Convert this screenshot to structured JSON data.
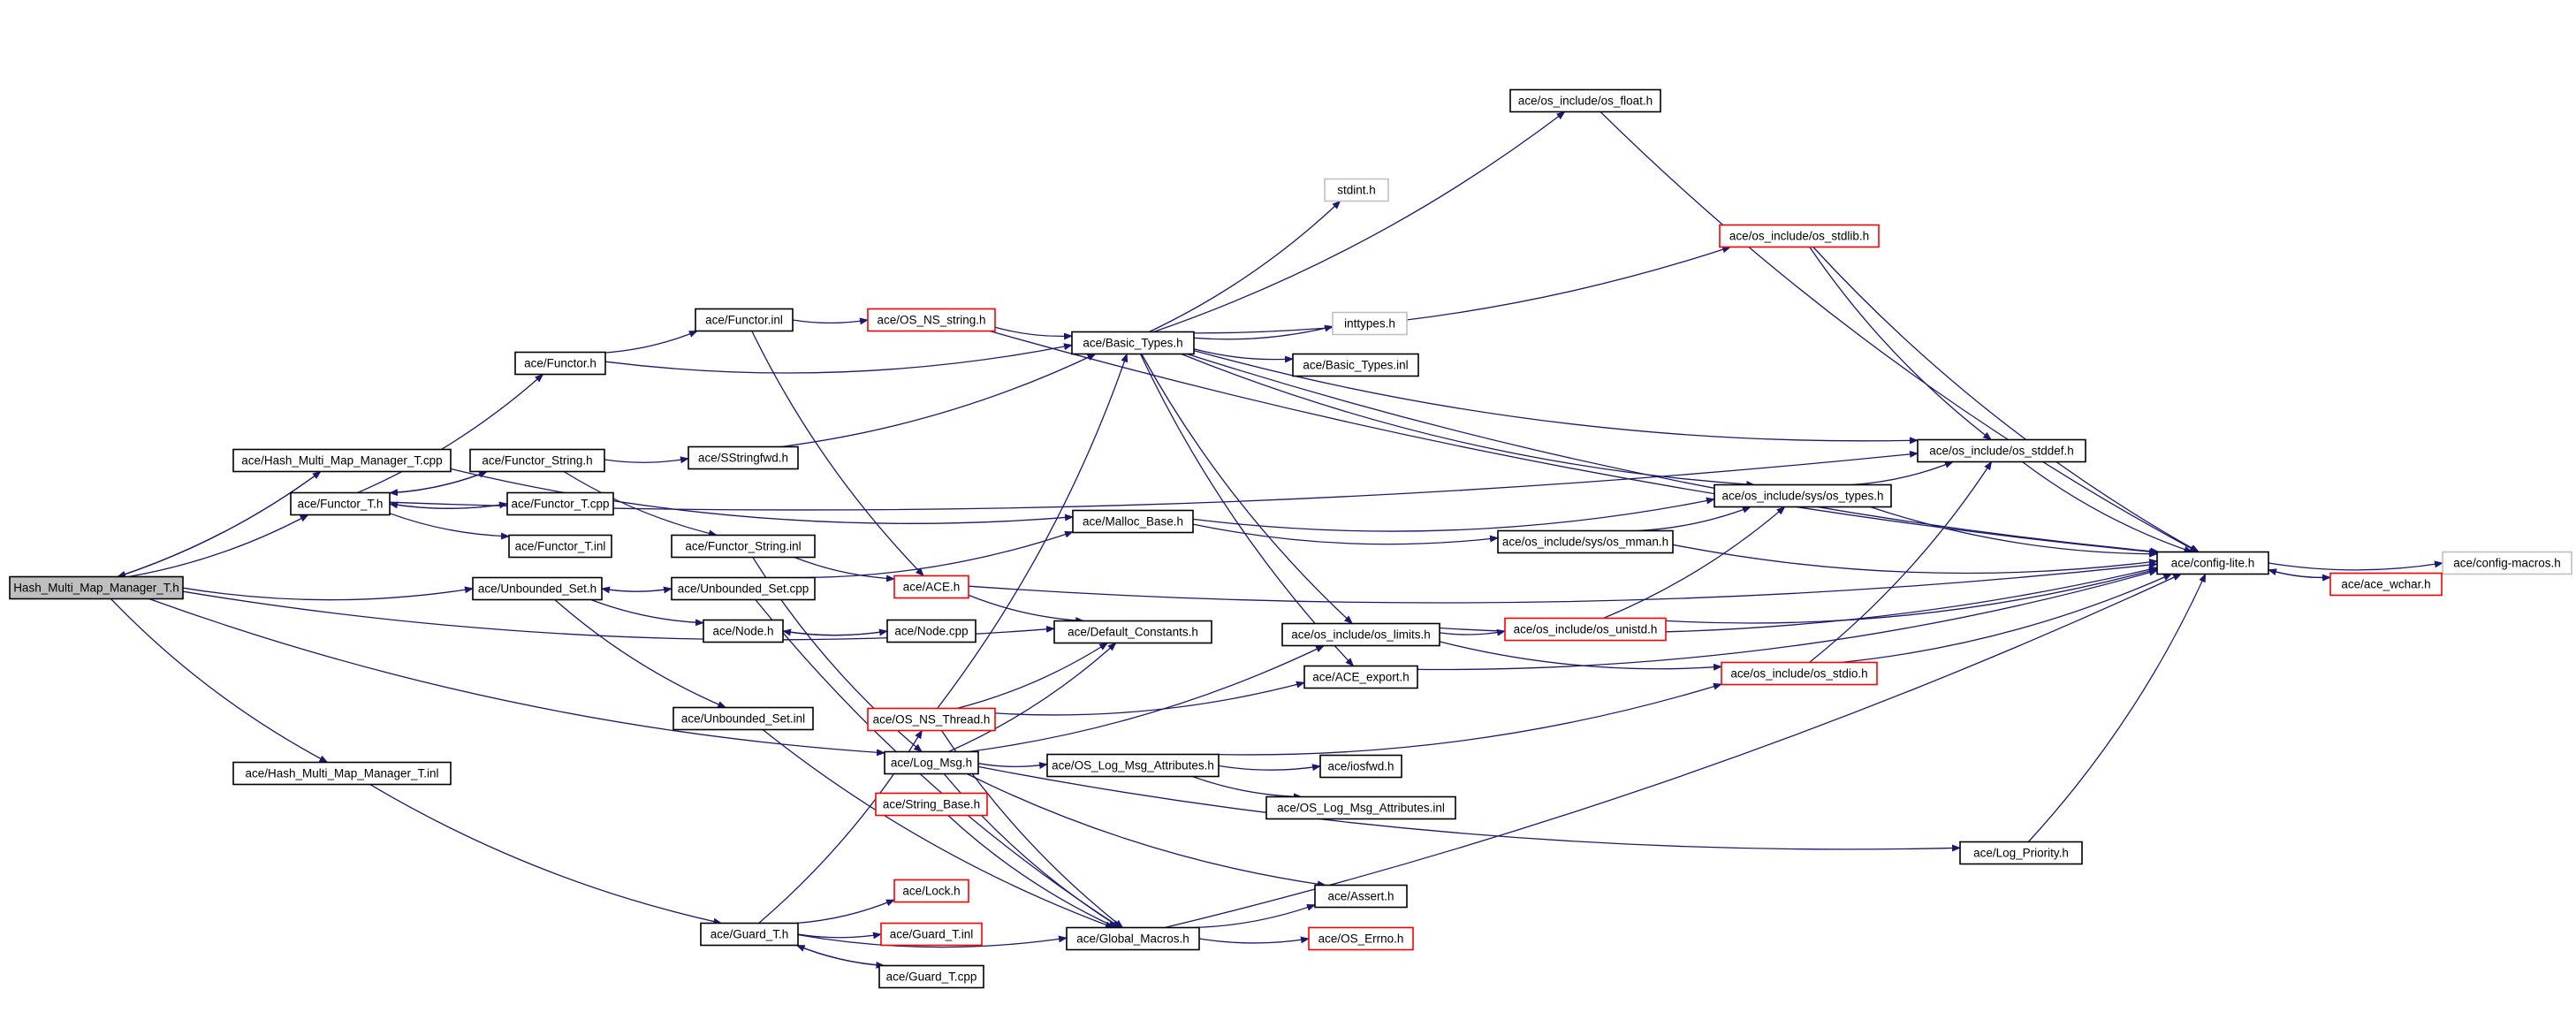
{
  "colors": {
    "edge": "#191970",
    "box_normal": "#000000",
    "box_truncated": "#ff0000",
    "box_external": "#bfbfbf",
    "root_fill": "#bfbfbf",
    "background": "#ffffff"
  },
  "nodes": [
    {
      "id": "root",
      "label": "Hash_Multi_Map_Manager_T.h",
      "style": "root"
    },
    {
      "id": "hmm_cpp",
      "label": "ace/Hash_Multi_Map_Manager_T.cpp",
      "style": "normal"
    },
    {
      "id": "hmm_inl",
      "label": "ace/Hash_Multi_Map_Manager_T.inl",
      "style": "normal"
    },
    {
      "id": "functor_h",
      "label": "ace/Functor.h",
      "style": "normal"
    },
    {
      "id": "functor_inl",
      "label": "ace/Functor.inl",
      "style": "normal"
    },
    {
      "id": "os_ns_string",
      "label": "ace/OS_NS_string.h",
      "style": "truncated"
    },
    {
      "id": "basic_types_h",
      "label": "ace/Basic_Types.h",
      "style": "normal"
    },
    {
      "id": "os_float",
      "label": "ace/os_include/os_float.h",
      "style": "normal"
    },
    {
      "id": "stdint",
      "label": "stdint.h",
      "style": "external"
    },
    {
      "id": "os_stdlib",
      "label": "ace/os_include/os_stdlib.h",
      "style": "truncated"
    },
    {
      "id": "inttypes",
      "label": "inttypes.h",
      "style": "external"
    },
    {
      "id": "basic_types_inl",
      "label": "ace/Basic_Types.inl",
      "style": "normal"
    },
    {
      "id": "functor_t_h",
      "label": "ace/Functor_T.h",
      "style": "normal"
    },
    {
      "id": "functor_string_h",
      "label": "ace/Functor_String.h",
      "style": "normal"
    },
    {
      "id": "sstringfwd",
      "label": "ace/SStringfwd.h",
      "style": "normal"
    },
    {
      "id": "functor_t_cpp",
      "label": "ace/Functor_T.cpp",
      "style": "normal"
    },
    {
      "id": "functor_t_inl",
      "label": "ace/Functor_T.inl",
      "style": "normal"
    },
    {
      "id": "functor_string_inl",
      "label": "ace/Functor_String.inl",
      "style": "normal"
    },
    {
      "id": "os_stddef",
      "label": "ace/os_include/os_stddef.h",
      "style": "normal"
    },
    {
      "id": "malloc_base",
      "label": "ace/Malloc_Base.h",
      "style": "normal"
    },
    {
      "id": "os_types",
      "label": "ace/os_include/sys/os_types.h",
      "style": "normal"
    },
    {
      "id": "os_mman",
      "label": "ace/os_include/sys/os_mman.h",
      "style": "normal"
    },
    {
      "id": "config_lite",
      "label": "ace/config-lite.h",
      "style": "normal"
    },
    {
      "id": "config_macros",
      "label": "ace/config-macros.h",
      "style": "external"
    },
    {
      "id": "ace_wchar",
      "label": "ace/ace_wchar.h",
      "style": "truncated"
    },
    {
      "id": "unbounded_set_h",
      "label": "ace/Unbounded_Set.h",
      "style": "normal"
    },
    {
      "id": "unbounded_set_cpp",
      "label": "ace/Unbounded_Set.cpp",
      "style": "normal"
    },
    {
      "id": "ace_h",
      "label": "ace/ACE.h",
      "style": "truncated"
    },
    {
      "id": "node_h",
      "label": "ace/Node.h",
      "style": "normal"
    },
    {
      "id": "node_cpp",
      "label": "ace/Node.cpp",
      "style": "normal"
    },
    {
      "id": "default_constants",
      "label": "ace/Default_Constants.h",
      "style": "normal"
    },
    {
      "id": "os_limits",
      "label": "ace/os_include/os_limits.h",
      "style": "normal"
    },
    {
      "id": "os_unistd",
      "label": "ace/os_include/os_unistd.h",
      "style": "truncated"
    },
    {
      "id": "ace_export",
      "label": "ace/ACE_export.h",
      "style": "normal"
    },
    {
      "id": "os_stdio",
      "label": "ace/os_include/os_stdio.h",
      "style": "truncated"
    },
    {
      "id": "unbounded_set_inl",
      "label": "ace/Unbounded_Set.inl",
      "style": "normal"
    },
    {
      "id": "os_ns_thread",
      "label": "ace/OS_NS_Thread.h",
      "style": "truncated"
    },
    {
      "id": "log_msg",
      "label": "ace/Log_Msg.h",
      "style": "normal"
    },
    {
      "id": "os_log_msg_attr_h",
      "label": "ace/OS_Log_Msg_Attributes.h",
      "style": "normal"
    },
    {
      "id": "iosfwd",
      "label": "ace/iosfwd.h",
      "style": "normal"
    },
    {
      "id": "os_log_msg_attr_inl",
      "label": "ace/OS_Log_Msg_Attributes.inl",
      "style": "normal"
    },
    {
      "id": "string_base",
      "label": "ace/String_Base.h",
      "style": "truncated"
    },
    {
      "id": "log_priority",
      "label": "ace/Log_Priority.h",
      "style": "normal"
    },
    {
      "id": "lock_h",
      "label": "ace/Lock.h",
      "style": "truncated"
    },
    {
      "id": "guard_t_h",
      "label": "ace/Guard_T.h",
      "style": "normal"
    },
    {
      "id": "guard_t_inl",
      "label": "ace/Guard_T.inl",
      "style": "truncated"
    },
    {
      "id": "guard_t_cpp",
      "label": "ace/Guard_T.cpp",
      "style": "normal"
    },
    {
      "id": "global_macros",
      "label": "ace/Global_Macros.h",
      "style": "normal"
    },
    {
      "id": "assert_h",
      "label": "ace/Assert.h",
      "style": "normal"
    },
    {
      "id": "os_errno",
      "label": "ace/OS_Errno.h",
      "style": "truncated"
    }
  ],
  "edges": [
    [
      "root",
      "hmm_cpp"
    ],
    [
      "hmm_cpp",
      "root"
    ],
    [
      "root",
      "hmm_inl"
    ],
    [
      "root",
      "functor_t_h"
    ],
    [
      "root",
      "unbounded_set_h"
    ],
    [
      "root",
      "default_constants"
    ],
    [
      "root",
      "log_msg"
    ],
    [
      "hmm_cpp",
      "malloc_base"
    ],
    [
      "hmm_inl",
      "guard_t_h"
    ],
    [
      "functor_t_h",
      "functor_h"
    ],
    [
      "functor_t_h",
      "functor_string_h"
    ],
    [
      "functor_string_h",
      "functor_t_h"
    ],
    [
      "functor_t_h",
      "functor_t_cpp"
    ],
    [
      "functor_t_cpp",
      "functor_t_h"
    ],
    [
      "functor_t_h",
      "functor_t_inl"
    ],
    [
      "functor_t_h",
      "os_stddef"
    ],
    [
      "functor_h",
      "functor_inl"
    ],
    [
      "functor_h",
      "basic_types_h"
    ],
    [
      "functor_inl",
      "os_ns_string"
    ],
    [
      "functor_inl",
      "ace_h"
    ],
    [
      "os_ns_string",
      "basic_types_h"
    ],
    [
      "os_ns_string",
      "config_lite"
    ],
    [
      "basic_types_h",
      "os_float"
    ],
    [
      "basic_types_h",
      "stdint"
    ],
    [
      "basic_types_h",
      "os_stdlib"
    ],
    [
      "basic_types_h",
      "inttypes"
    ],
    [
      "basic_types_h",
      "basic_types_inl"
    ],
    [
      "basic_types_h",
      "os_stddef"
    ],
    [
      "basic_types_h",
      "os_types"
    ],
    [
      "basic_types_h",
      "os_limits"
    ],
    [
      "basic_types_h",
      "ace_export"
    ],
    [
      "basic_types_h",
      "config_lite"
    ],
    [
      "os_float",
      "config_lite"
    ],
    [
      "os_stdlib",
      "os_stddef"
    ],
    [
      "os_stdlib",
      "config_lite"
    ],
    [
      "functor_string_h",
      "sstringfwd"
    ],
    [
      "functor_string_h",
      "functor_string_inl"
    ],
    [
      "sstringfwd",
      "basic_types_h"
    ],
    [
      "functor_string_inl",
      "ace_h"
    ],
    [
      "functor_string_inl",
      "log_msg"
    ],
    [
      "os_stddef",
      "config_lite"
    ],
    [
      "malloc_base",
      "os_types"
    ],
    [
      "malloc_base",
      "os_mman"
    ],
    [
      "os_types",
      "os_stddef"
    ],
    [
      "os_types",
      "config_lite"
    ],
    [
      "os_mman",
      "os_types"
    ],
    [
      "os_mman",
      "config_lite"
    ],
    [
      "config_lite",
      "config_macros"
    ],
    [
      "config_lite",
      "ace_wchar"
    ],
    [
      "ace_wchar",
      "config_lite"
    ],
    [
      "unbounded_set_h",
      "unbounded_set_cpp"
    ],
    [
      "unbounded_set_cpp",
      "unbounded_set_h"
    ],
    [
      "unbounded_set_h",
      "node_h"
    ],
    [
      "unbounded_set_h",
      "unbounded_set_inl"
    ],
    [
      "unbounded_set_cpp",
      "malloc_base"
    ],
    [
      "unbounded_set_cpp",
      "global_macros"
    ],
    [
      "node_h",
      "node_cpp"
    ],
    [
      "node_cpp",
      "node_h"
    ],
    [
      "ace_h",
      "config_lite"
    ],
    [
      "ace_h",
      "default_constants"
    ],
    [
      "os_limits",
      "os_unistd"
    ],
    [
      "os_limits",
      "os_stdio"
    ],
    [
      "os_limits",
      "config_lite"
    ],
    [
      "os_unistd",
      "os_types"
    ],
    [
      "os_unistd",
      "config_lite"
    ],
    [
      "os_stdio",
      "os_stddef"
    ],
    [
      "os_stdio",
      "config_lite"
    ],
    [
      "ace_export",
      "config_lite"
    ],
    [
      "unbounded_set_inl",
      "global_macros"
    ],
    [
      "os_ns_thread",
      "basic_types_h"
    ],
    [
      "os_ns_thread",
      "default_constants"
    ],
    [
      "os_ns_thread",
      "ace_export"
    ],
    [
      "os_ns_thread",
      "global_macros"
    ],
    [
      "log_msg",
      "default_constants"
    ],
    [
      "log_msg",
      "os_limits"
    ],
    [
      "log_msg",
      "os_log_msg_attr_h"
    ],
    [
      "log_msg",
      "log_priority"
    ],
    [
      "log_msg",
      "assert_h"
    ],
    [
      "log_msg",
      "global_macros"
    ],
    [
      "os_log_msg_attr_h",
      "iosfwd"
    ],
    [
      "os_log_msg_attr_h",
      "os_log_msg_attr_inl"
    ],
    [
      "os_log_msg_attr_h",
      "os_stdio"
    ],
    [
      "log_priority",
      "config_lite"
    ],
    [
      "string_base",
      "global_macros"
    ],
    [
      "guard_t_h",
      "lock_h"
    ],
    [
      "guard_t_h",
      "guard_t_inl"
    ],
    [
      "guard_t_h",
      "guard_t_cpp"
    ],
    [
      "guard_t_cpp",
      "guard_t_h"
    ],
    [
      "guard_t_h",
      "os_ns_thread"
    ],
    [
      "guard_t_h",
      "global_macros"
    ],
    [
      "global_macros",
      "assert_h"
    ],
    [
      "global_macros",
      "os_errno"
    ],
    [
      "global_macros",
      "config_lite"
    ]
  ]
}
